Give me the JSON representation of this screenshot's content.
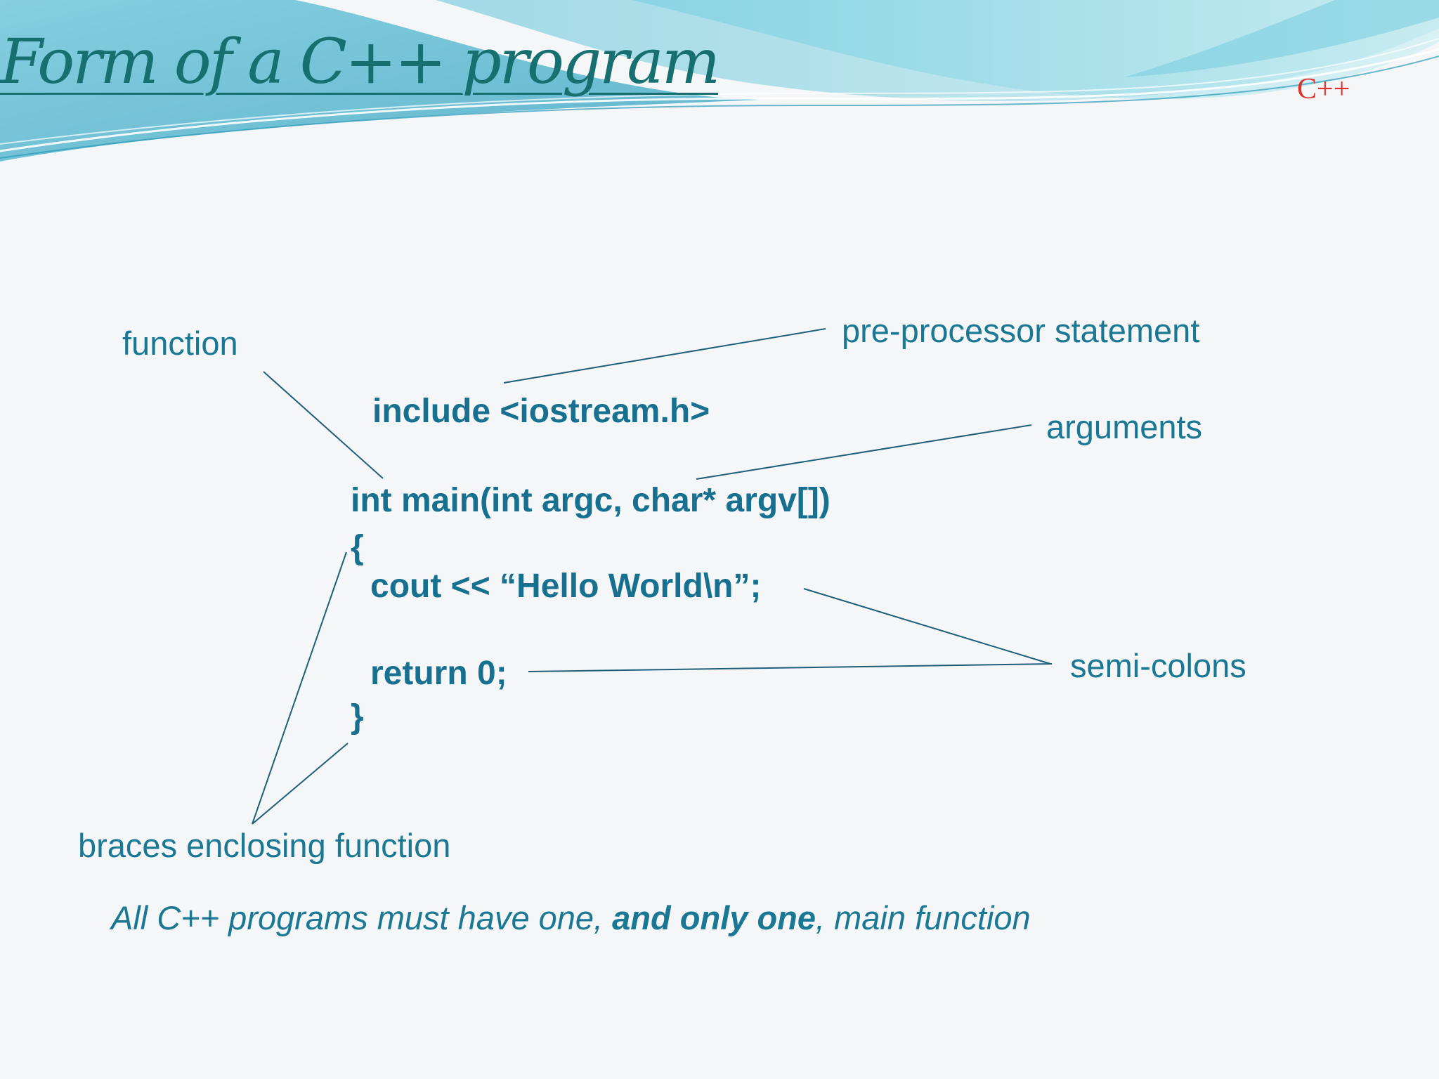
{
  "slide": {
    "title": "Form of a C++ program",
    "corner_tag": "C++"
  },
  "labels": {
    "function": "function",
    "preprocessor": "pre-processor statement",
    "arguments": "arguments",
    "semicolons": "semi-colons",
    "braces": "braces enclosing function"
  },
  "code": {
    "include": "include <iostream.h>",
    "main_signature": "int main(int argc, char* argv[])",
    "open_brace": "{",
    "cout_line": "cout << “Hello World\\n”;",
    "return_line": "return 0;",
    "close_brace": "}"
  },
  "footnote": {
    "part1": "All C++ programs must have one, ",
    "emphasis": "and only one",
    "part2": ", main function"
  },
  "colors": {
    "title": "#17706f",
    "text": "#1a7894",
    "code": "#17708f",
    "corner_tag": "#e0322c",
    "callout_line": "#1f5f7a"
  }
}
